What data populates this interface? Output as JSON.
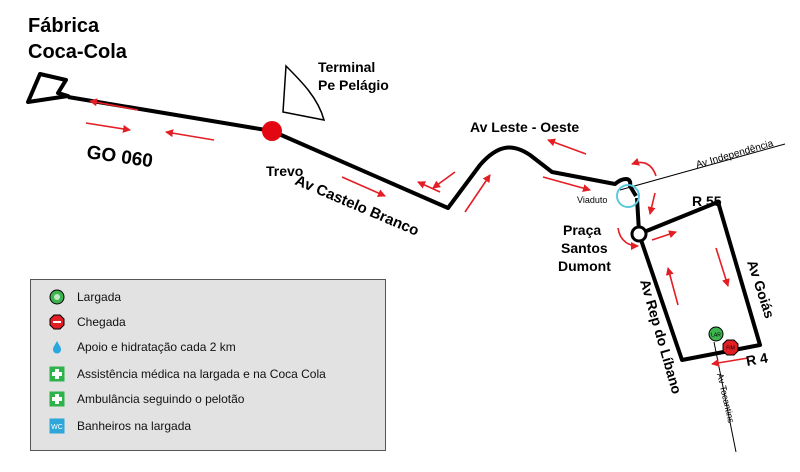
{
  "labels": {
    "factory_line1": "Fábrica",
    "factory_line2": "Coca-Cola",
    "terminal_line1": "Terminal",
    "terminal_line2": "Pe Pelágio",
    "go060": "GO 060",
    "trevo": "Trevo",
    "castelo_branco": "Av Castelo Branco",
    "leste_oeste": "Av Leste - Oeste",
    "independencia": "Av Independência",
    "viaduto": "Viaduto",
    "praca_line1": "Praça",
    "praca_line2": "Santos",
    "praca_line3": "Dumont",
    "r55": "R 55",
    "goias": "Av Goiás",
    "rep_libano": "Av Rep do Líbano",
    "r4": "R 4",
    "tocantins": "Av Tocantins"
  },
  "markers": {
    "start_text": "LAR",
    "finish_text": "FIM"
  },
  "legend": {
    "items": [
      {
        "icon": "start-marker-icon",
        "text": "Largada"
      },
      {
        "icon": "finish-marker-icon",
        "text": "Chegada"
      },
      {
        "icon": "water-drop-icon",
        "text": "Apoio e hidratação cada 2 km"
      },
      {
        "icon": "medical-cross-icon",
        "text": "Assistência médica na largada e na Coca Cola"
      },
      {
        "icon": "ambulance-cross-icon",
        "text": "Ambulância seguindo o pelotão"
      },
      {
        "icon": "wc-icon",
        "text": "Banheiros na largada"
      }
    ],
    "wc_text": "WC"
  },
  "colors": {
    "route": "#000000",
    "arrow": "#e31e24",
    "trevo": "#e30613",
    "viaduto": "#5bc8dc",
    "legend_bg": "#e2e2e2",
    "start": "#3fb34f",
    "finish": "#e31e24",
    "water": "#29a8e0",
    "medical": "#2db34a",
    "wc": "#2fa6d9"
  }
}
